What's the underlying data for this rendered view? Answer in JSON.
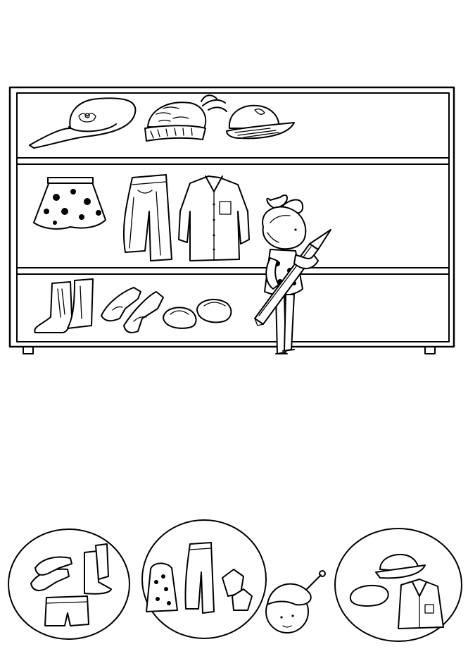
{
  "page": {
    "ink_color": "#000000",
    "paper_color": "#ffffff"
  },
  "wardrobe": {
    "top_shelf": [
      "wide-brim-hat",
      "knitted-pom-hat",
      "baseball-cap"
    ],
    "middle_shelf": [
      "polka-dot-skirt",
      "trousers",
      "shirt"
    ],
    "bottom_shelf": [
      "tall-boots",
      "high-heel-shoes",
      "slippers"
    ]
  },
  "figure": "girl-with-giant-pencil",
  "option_circles": [
    [
      "high-heel-shoes",
      "tall-boot",
      "shorts"
    ],
    [
      "polka-dot-dress",
      "trousers",
      "ankle-boot"
    ],
    [
      "cap",
      "beret",
      "jacket"
    ]
  ],
  "loose_item": "knitted-hat-on-child-head"
}
